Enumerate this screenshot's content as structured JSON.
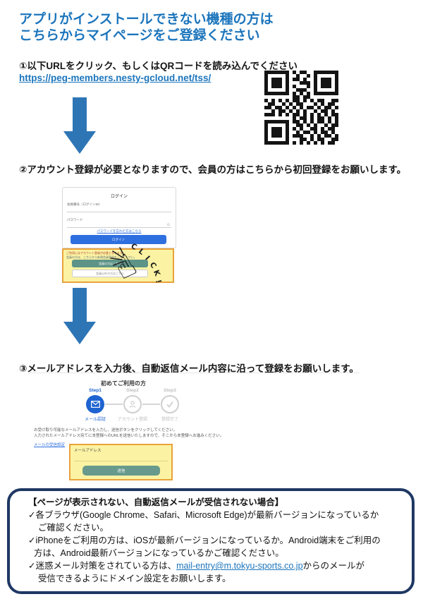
{
  "colors": {
    "accent_blue": "#1C75BC",
    "arrow_blue": "#2E75B6",
    "highlight_yellow": "#FBF3A3",
    "highlight_border": "#E9A23B",
    "navy_border": "#1F3864",
    "teal_button": "#5E9488",
    "login_button_blue": "#2E6FE0",
    "step_active_blue": "#1E63D0"
  },
  "header": {
    "title_line1": "アプリがインストールできない機種の方は",
    "title_line2": "こちらからマイページをご登録ください"
  },
  "step1": {
    "label": "①以下URLをクリック、もしくはQRコードを読み込んでください",
    "url": "https://peg-members.nesty-gcloud.net/tss/",
    "qr_icon": "qr-code",
    "qr_matrix": [
      "111111101011001111111",
      "100000100100101000001",
      "101110101101001011101",
      "101110100011101011101",
      "101110101000101011101",
      "100000100111001000001",
      "111111101010101111111",
      "000000001101100000000",
      "101010101101010110011",
      "011001010110001010110",
      "110110101010110101101",
      "001011010101001011010",
      "111010101101010101011",
      "000000001011010110101",
      "111111101101010110101",
      "100000100110101001011",
      "101110101010011010110",
      "101110100101101011010",
      "101110101110010101101",
      "100000100011010110011",
      "111111101010101010110"
    ]
  },
  "step2": {
    "label": "②アカウント登録が必要となりますので、会員の方はこちらから初回登録をお願いします。",
    "login_screenshot": {
      "title": "ログイン",
      "member_id_label": "会員番号（ログインID）",
      "password_label": "パスワード",
      "eye_icon": "⊙",
      "forgot_link": "パスワードを忘れた方はこちら",
      "login_button": "ログイン",
      "notice_line1": "ご利用にはアカウント登録が必要となります。",
      "notice_line2": "会員の方は、こちらから新規会員登録をしてください。",
      "member_register_button": "会員の方はこちら",
      "other_register_button": "会員以外の方はこちら",
      "click_stamp": "CLICK!",
      "hand_icon": "☝"
    }
  },
  "step3": {
    "label": "③メールアドレスを入力後、自動返信メール内容に沿って登録をお願いします。",
    "signup_screenshot": {
      "title": "初めてご利用の方",
      "steps": [
        {
          "step": "Step1",
          "label": "メール認証",
          "state": "active"
        },
        {
          "step": "Step2",
          "label": "アカウント登録",
          "state": "inactive"
        },
        {
          "step": "Step3",
          "label": "登録完了",
          "state": "inactive"
        }
      ],
      "description_line1": "お受け取り可能なメールアドレスを入力し、送信ボタンをクリックしてください。",
      "description_line2": "入力されたメールアドレス宛てに本登録へのURLを送信いたしますので、そこから本登録へお進みください。",
      "mail_settings_link": "メールの受信設定",
      "email_label": "メールアドレス",
      "send_button": "送信"
    }
  },
  "troubleshooting": {
    "title": "【ページが表示されない、自動返信メールが受信されない場合】",
    "check_mark": "✓",
    "items": [
      {
        "line1": "各ブラウザ(Google Chrome、Safari、Microsoft Edge)が最新バージョンになっているか",
        "line2": "ご確認ください。"
      },
      {
        "line1": "iPhoneをご利用の方は、iOSが最新バージョンになっているか。Android端末をご利用の",
        "line2": "方は、Android最新バージョンになっているかご確認ください。"
      },
      {
        "line1_pre": "迷惑メール対策をされている方は、",
        "link": "mail-entry@m.tokyu-sports.co.jp",
        "line1_post": "からのメールが",
        "line2": "受信できるようにドメイン設定をお願いします。"
      }
    ]
  }
}
